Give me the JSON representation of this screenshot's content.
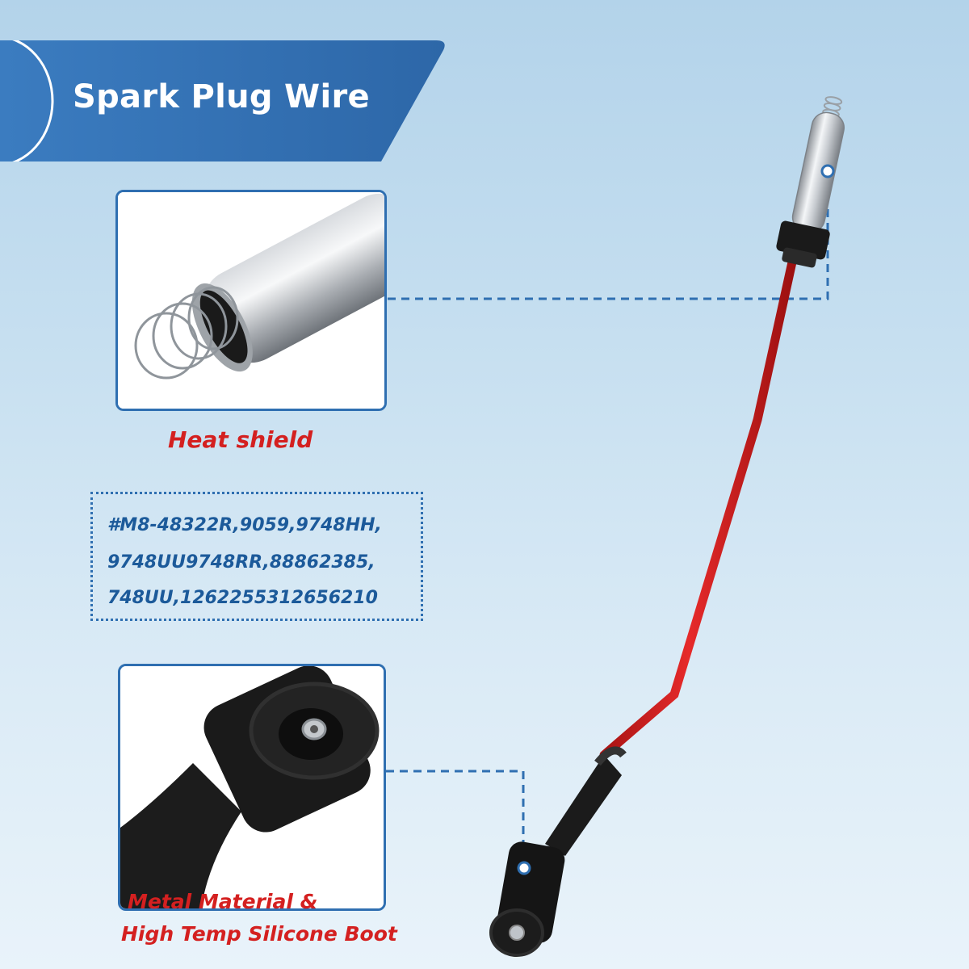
{
  "banner": {
    "title": "Spark Plug Wire",
    "color": "#2f6fb1"
  },
  "callouts": {
    "heat_shield": {
      "caption": "Heat shield",
      "image": "heat-shield-closeup"
    },
    "boot": {
      "caption_line1": "Metal Material &",
      "caption_line2": "High Temp Silicone Boot",
      "image": "boot-closeup"
    }
  },
  "part_numbers": {
    "lines": [
      "#M8-48322R,9059,9748HH,",
      "9748UU9748RR,88862385,",
      "748UU,12622553126562​10"
    ]
  },
  "colors": {
    "accent": "#2f6fb1",
    "caption": "#d42020",
    "wire": "#d61f1f",
    "text_blue": "#1c5a9a"
  }
}
